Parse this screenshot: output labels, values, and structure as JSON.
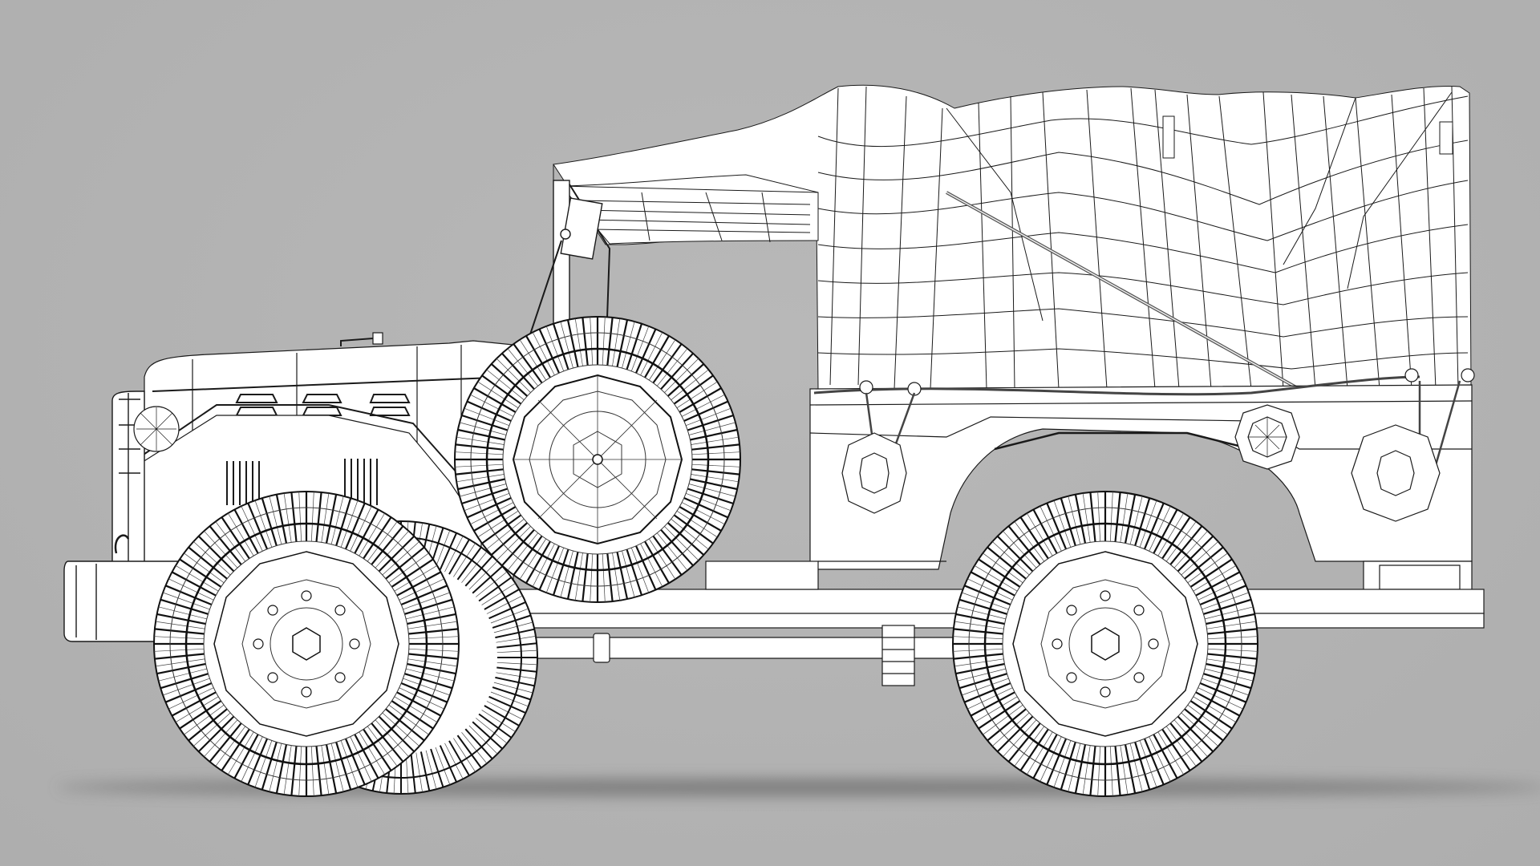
{
  "scene": {
    "subject": "wireframe-render-military-utility-truck",
    "view": "left side elevation",
    "render_style": "white clay with black wireframe overlay",
    "background_color": "#b3b3b3",
    "model_color": "#ffffff",
    "wire_color": "#1a1a1a",
    "shadow_color": "#6e6e6e"
  },
  "parts": {
    "canopy": "canvas-top",
    "spare": "spare-tire",
    "front_wheel": "front-wheel",
    "rear_wheel": "rear-wheel",
    "hood": "hood",
    "fender": "front-fender",
    "bed": "cargo-bed",
    "bumper": "front-bumper",
    "headlight": "headlight",
    "chassis": "chassis-frame"
  }
}
